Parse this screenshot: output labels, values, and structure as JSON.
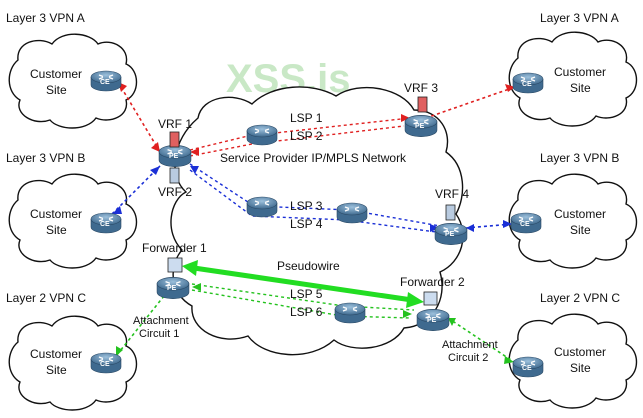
{
  "colors": {
    "vpn_a_link": "#e02020",
    "vpn_b_link": "#1a2fd6",
    "vpn_c_link": "#24c21e",
    "pseudowire": "#22dd22",
    "router_fill": "#5f8fb7",
    "router_dark": "#3f6a8f",
    "vrf_red": "#e06060",
    "vrf_blue": "#b9cbe0",
    "forwarder_box": "#ccdcef",
    "watermark": "#c9e8c6"
  },
  "labels": {
    "vpn_a_left": "Layer 3 VPN A",
    "vpn_a_right": "Layer 3 VPN A",
    "vpn_b_left": "Layer 3 VPN B",
    "vpn_b_right": "Layer 3 VPN B",
    "vpn_c_left": "Layer 2 VPN C",
    "vpn_c_right": "Layer 2 VPN C",
    "customer": "Customer",
    "site": "Site",
    "network": "Service Provider IP/MPLS Network",
    "vrf1": "VRF 1",
    "vrf2": "VRF 2",
    "vrf3": "VRF 3",
    "vrf4": "VRF 4",
    "lsp1": "LSP 1",
    "lsp2": "LSP 2",
    "lsp3": "LSP 3",
    "lsp4": "LSP 4",
    "lsp5": "LSP 5",
    "lsp6": "LSP 6",
    "pseudowire": "Pseudowire",
    "forwarder1": "Forwarder 1",
    "forwarder2": "Forwarder 2",
    "attachment1_line1": "Attachment",
    "attachment1_line2": "Circuit 1",
    "attachment2_line1": "Attachment",
    "attachment2_line2": "Circuit 2",
    "ce": "CE",
    "pe": "PE",
    "watermark": "XSS.is"
  }
}
